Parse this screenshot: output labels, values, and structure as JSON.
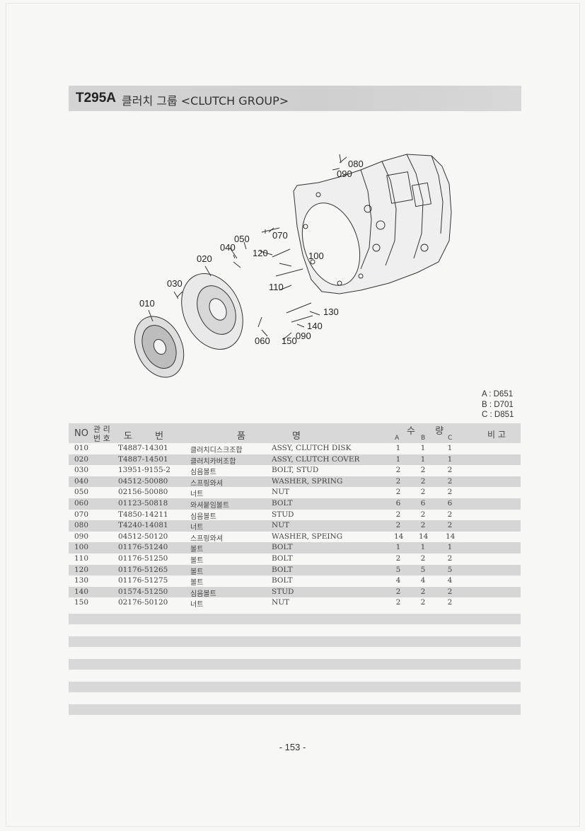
{
  "header": {
    "code": "T295A",
    "title": "클러치 그룹 <CLUTCH GROUP>"
  },
  "diagram": {
    "callouts": [
      "080",
      "090",
      "050",
      "070",
      "040",
      "020",
      "120",
      "100",
      "030",
      "110",
      "010",
      "130",
      "140",
      "090",
      "060",
      "150"
    ]
  },
  "models": [
    "A : D651",
    "B : D701",
    "C : D851"
  ],
  "table": {
    "headers": {
      "no": "NO",
      "mgmt_top": "관 리",
      "mgmt_bottom": "번 호",
      "drawing": "도 번",
      "name_left": "품",
      "name_right": "명",
      "qty": "수 량",
      "a": "A",
      "b": "B",
      "c": "C",
      "remarks": "비 고"
    },
    "rows": [
      {
        "no": "010",
        "part": "T4887-14301",
        "ko": "클러치디스크조합",
        "en": "ASSY, CLUTCH DISK",
        "a": "1",
        "b": "1",
        "c": "1"
      },
      {
        "no": "020",
        "part": "T4887-14501",
        "ko": "클러치카버조합",
        "en": "ASSY, CLUTCH COVER",
        "a": "1",
        "b": "1",
        "c": "1"
      },
      {
        "no": "030",
        "part": "13951-9155-2",
        "ko": "심음볼트",
        "en": "BOLT, STUD",
        "a": "2",
        "b": "2",
        "c": "2"
      },
      {
        "no": "040",
        "part": "04512-50080",
        "ko": "스프링와셔",
        "en": "WASHER, SPRING",
        "a": "2",
        "b": "2",
        "c": "2"
      },
      {
        "no": "050",
        "part": "02156-50080",
        "ko": "너트",
        "en": "NUT",
        "a": "2",
        "b": "2",
        "c": "2"
      },
      {
        "no": "060",
        "part": "01123-50818",
        "ko": "와셔붙임볼트",
        "en": "BOLT",
        "a": "6",
        "b": "6",
        "c": "6"
      },
      {
        "no": "070",
        "part": "T4850-14211",
        "ko": "심음볼트",
        "en": "STUD",
        "a": "2",
        "b": "2",
        "c": "2"
      },
      {
        "no": "080",
        "part": "T4240-14081",
        "ko": "너트",
        "en": "NUT",
        "a": "2",
        "b": "2",
        "c": "2"
      },
      {
        "no": "090",
        "part": "04512-50120",
        "ko": "스프링와셔",
        "en": "WASHER, SPEING",
        "a": "14",
        "b": "14",
        "c": "14"
      },
      {
        "no": "100",
        "part": "01176-51240",
        "ko": "볼트",
        "en": "BOLT",
        "a": "1",
        "b": "1",
        "c": "1"
      },
      {
        "no": "110",
        "part": "01176-51250",
        "ko": "볼트",
        "en": "BOLT",
        "a": "2",
        "b": "2",
        "c": "2"
      },
      {
        "no": "120",
        "part": "01176-51265",
        "ko": "볼트",
        "en": "BOLT",
        "a": "5",
        "b": "5",
        "c": "5"
      },
      {
        "no": "130",
        "part": "01176-51275",
        "ko": "볼트",
        "en": "BOLT",
        "a": "4",
        "b": "4",
        "c": "4"
      },
      {
        "no": "140",
        "part": "01574-51250",
        "ko": "심음볼트",
        "en": "STUD",
        "a": "2",
        "b": "2",
        "c": "2"
      },
      {
        "no": "150",
        "part": "02176-50120",
        "ko": "너트",
        "en": "NUT",
        "a": "2",
        "b": "2",
        "c": "2"
      }
    ]
  },
  "page_number": "- 153 -"
}
